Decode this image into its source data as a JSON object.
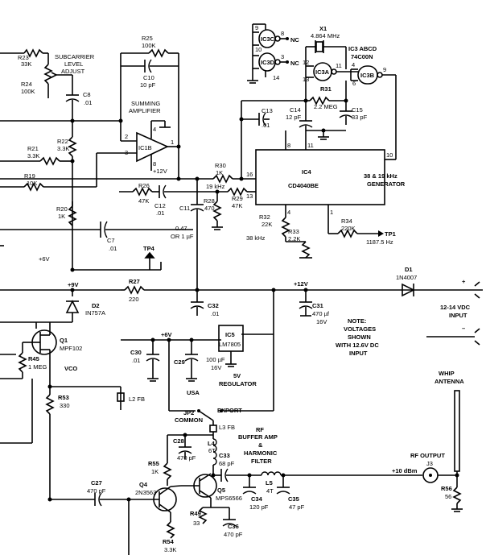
{
  "labels": {
    "r23": "R23",
    "r23v": "33K",
    "sub1": "SUBCARRIER",
    "sub2": "LEVEL",
    "sub3": "ADJUST",
    "r24": "R24",
    "r24v": "100K",
    "c8": "C8",
    "c8v": ".01",
    "r25": "R25",
    "r25v": "100K",
    "c10": "C10",
    "c10v": "10 pF",
    "sum1": "SUMMING",
    "sum2": "AMPLIFIER",
    "r22": "R22",
    "r22v": "3.3K",
    "r21": "R21",
    "r21v": "3.3K",
    "r19": "R19",
    "r19v": "10K",
    "ic1b": "IC1B",
    "p1": "1",
    "p2": "2",
    "p3": "3",
    "p4": "4",
    "p8": "8",
    "plus12": "+12V",
    "r20": "R20",
    "r20v": "1K",
    "r26": "R26",
    "r26v": "47K",
    "c12": "C12",
    "c12v": ".01",
    "c11": "C11",
    "c11v": "0.47",
    "c11v2": "OR 1 µF",
    "r28": "R28",
    "r28v": "470",
    "c7": "C7",
    "c7v": ".01",
    "plus6": "+6V",
    "tp4": "TP4",
    "r30": "R30",
    "r30v": "1K",
    "r29": "R29",
    "r29v": "47K",
    "f19k": "19 kHz",
    "ic3c": "IC3C",
    "ic3d": "IC3D",
    "nc1": "NC",
    "nc2": "NC",
    "n9": "9",
    "n8": "8",
    "n10": "10",
    "n3": "3",
    "n14": "14",
    "x1": "X1",
    "x1v": "4.864 MHz",
    "ic3abcd": "IC3 ABCD",
    "ic3type": "74C00N",
    "ic3a": "IC3A",
    "ic3b": "IC3B",
    "n12": "12",
    "n11": "11",
    "n13": "13",
    "n4": "4",
    "n6": "6",
    "n9b": "9",
    "r31": "R31",
    "r31v": "2.2 MEG",
    "c13": "C13",
    "c13v": ".01",
    "c14": "C14",
    "c14v": "12 pF",
    "c15": "C15",
    "c15v": "33 pF",
    "ic4": "IC4",
    "ic4type": "CD4040BE",
    "p16": "16",
    "p8b": "8",
    "p11": "11",
    "p10": "10",
    "p13": "13",
    "p4b": "4",
    "p1b": "1",
    "gen1": "38 & 19 kHz",
    "gen2": "GENERATOR",
    "r32": "R32",
    "r32v": "22K",
    "r33": "R33",
    "r33v": "2.2K",
    "f38k": "38 kHz",
    "r34": "R34",
    "r34v": "220K",
    "tp1": "TP1",
    "tp1v": "1187.5 Hz",
    "plus9": "+9V",
    "d2": "D2",
    "d2v": "IN757A",
    "r27": "R27",
    "r27v": "220",
    "c32": "C32",
    "c32v": ".01",
    "plus12b": "+12V",
    "c31": "C31",
    "c31v": "470 µf",
    "c31v2": "16V",
    "d1": "D1",
    "d1v": "1N4007",
    "plus": "+",
    "minus": "–",
    "vin1": "12-14 VDC",
    "vin2": "INPUT",
    "note1": "NOTE:",
    "note2": "VOLTAGES",
    "note3": "SHOWN",
    "note4": "WITH 12.6V DC",
    "note5": "INPUT",
    "q1": "Q1",
    "q1v": "MPF102",
    "vco": "VCO",
    "r45": "R45",
    "r45v": "1 MEG",
    "plus6b": "+6V",
    "c30": "C30",
    "c30v": ".01",
    "c29": "C29",
    "ic5": "IC5",
    "ic5v": "LM7805",
    "c29v": "100 µF",
    "c29v2": "16V",
    "reg1": "5V",
    "reg2": "REGULATOR",
    "r53": "R53",
    "r53v": "330",
    "l2": "L2 FB",
    "usa": "USA",
    "export": "EXPORT",
    "jp2": "JP2",
    "common": "COMMON",
    "l3": "L3 FB",
    "rf1": "RF",
    "rf2": "BUFFER AMP",
    "rf3": "&",
    "rf4": "HARMONIC",
    "rf5": "FILTER",
    "c28": "C28",
    "c28v": "470 pF",
    "l4": "L4",
    "l4v": "6T",
    "c33": "C33",
    "c33v": "68 pF",
    "l5": "L5",
    "l5v": "4T",
    "r55": "R55",
    "r55v": "1K",
    "whip1": "WHIP",
    "whip2": "ANTENNA",
    "rfout": "RF OUTPUT",
    "j3": "J3",
    "dbm": "+10 dBm",
    "c27": "C27",
    "c27v": "470 pF",
    "q4": "Q4",
    "q4v": "2N3563",
    "q5": "Q5",
    "q5v": "MPS6566",
    "c34": "C34",
    "c34v": "120 pF",
    "c35": "C35",
    "c35v": "47 pF",
    "r56": "R56",
    "r56v": "56",
    "r49": "R49",
    "r49v": "33",
    "c36": "C36",
    "c36v": "470 pF",
    "r54": "R54",
    "r54v": "3.3K"
  }
}
